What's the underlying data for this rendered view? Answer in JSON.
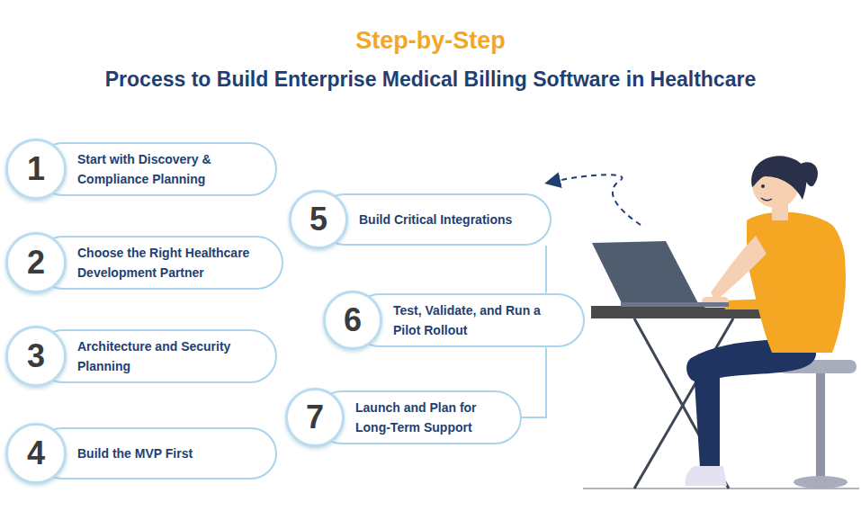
{
  "diagram": {
    "title": "Step-by-Step",
    "nodes": [
      {
        "text": [
          "1",
          "Start with Discovery & Compliance Planning"
        ]
      },
      {
        "text": [
          "2",
          "Choose the Right Healthcare Development Partner"
        ]
      },
      {
        "text": [
          "3",
          "Architecture and Security Planning"
        ]
      },
      {
        "text": [
          "4",
          "Build the MVP First"
        ]
      },
      {
        "text": [
          "5",
          "Build Critical Integrations"
        ]
      },
      {
        "text": [
          "6",
          "Test, Validate, and Run a Pilot Rollout"
        ]
      },
      {
        "text": [
          "7",
          "Launch and Plan for Long-Term Support"
        ]
      }
    ],
    "edges": [
      {
        "from": 4,
        "to": 5,
        "arrow": "none"
      },
      {
        "from": 5,
        "to": 6,
        "arrow": "none"
      }
    ],
    "labels": [
      "Process to Build Enterprise Medical Billing Software in Healthcare"
    ]
  }
}
